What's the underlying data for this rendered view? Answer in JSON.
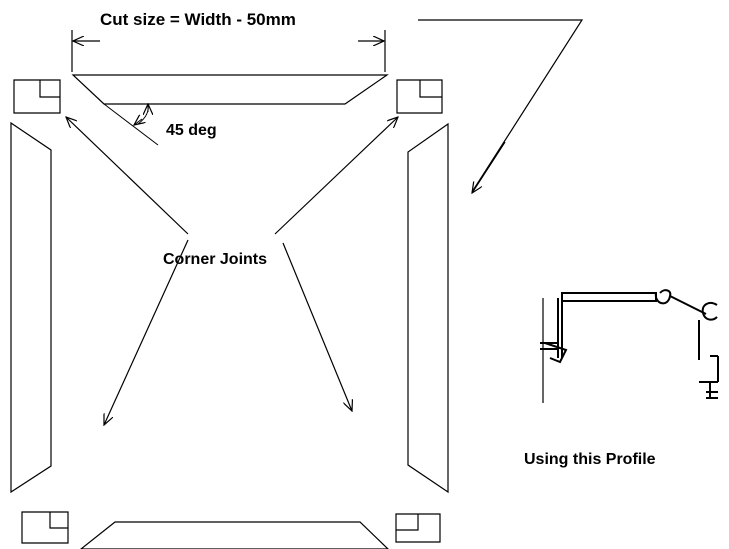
{
  "labels": {
    "cut_size": "Cut size = Width - 50mm",
    "angle": "45 deg",
    "corner_joints": "Corner Joints",
    "profile_caption": "Using this Profile"
  },
  "colors": {
    "ink": "#000000",
    "background": "#ffffff"
  }
}
